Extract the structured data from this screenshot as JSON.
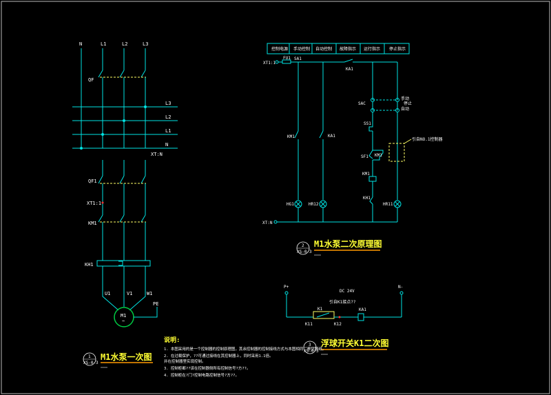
{
  "colors": {
    "background": "#000000",
    "wire": "#00e5e5",
    "text": "#ffffff",
    "title": "#ffff33",
    "underline": "#ff9900",
    "accent": "#ff3333"
  },
  "primary": {
    "phases": [
      "N",
      "L1",
      "L2",
      "L3"
    ],
    "bus": [
      "L3",
      "L2",
      "L1",
      "N"
    ],
    "qf_label": "QF",
    "qf1_label": "QF1",
    "km1_label": "KM1",
    "kh1_label": "KH1",
    "xt_n": "XT:N",
    "xt_1": "XT1:1",
    "u": "U1",
    "v": "V1",
    "w": "W1",
    "pe": "PE",
    "motor": "M1",
    "motor_sym": "~",
    "title": "M1水泵一次图",
    "badge_num": "1",
    "badge_sub": "XS-0-3"
  },
  "secondary": {
    "header": [
      "控制电源",
      "手动控制",
      "自动控制",
      "故障指示",
      "运行指示",
      "停止指示"
    ],
    "xt": "XT1:1",
    "fu": "FU1",
    "sa": "SA1",
    "ka1": "KA1",
    "km1": "KM1",
    "sac": "SAC",
    "sac_labels": [
      "手动",
      "停止",
      "自动"
    ],
    "ss1": "SS1",
    "sf1": "SF1",
    "kh1": "KH1",
    "hg1": "HG1",
    "hr12": "HR12",
    "hr11": "HR11",
    "xtn": "XT:N",
    "remote": "引自NO.1控制器",
    "title": "M1水泵二次原理图",
    "badge_num": "2",
    "badge_sub": "XS-0-3"
  },
  "float": {
    "p_plus": "P+",
    "n_minus": "N-",
    "dc": "DC 24V",
    "k1": "K1",
    "k1_note": "引自K1接点??",
    "ka1": "KA1",
    "k11": "K11",
    "k12": "K12",
    "title": "浮球开关K1二次图",
    "badge_num": "3",
    "badge_sub": "XS-0-3"
  },
  "notes": {
    "heading": "说明:",
    "lines": [
      "1. 本图采用的是一个控制器的控制原理图，其余控制器的控制接线方式与本图相同，参见图纸。",
      "2. 在过载保护，??可通过接线在其控制器上，同时采用1.1倍。",
      "   并在控制器里实现控制。",
      "3. 控制柜都??该在控制器侧所有控制信号?方??。",
      "4. 控制柜在?门?控制电路控制信号?方??。"
    ]
  }
}
